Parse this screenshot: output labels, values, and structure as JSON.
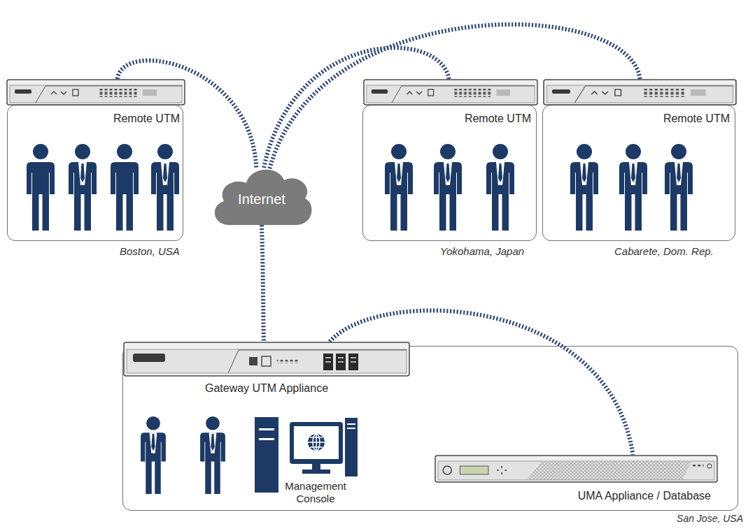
{
  "diagram": {
    "nodes": [
      {
        "text": [
          "Boston, USA"
        ]
      },
      {
        "text": [
          "Remote UTM"
        ],
        "in": 0
      },
      {
        "text": [
          "Internet"
        ]
      },
      {
        "text": [
          "Yokohama, Japan"
        ]
      },
      {
        "text": [
          "Remote UTM"
        ],
        "in": 3
      },
      {
        "text": [
          "Cabarete, Dom. Rep."
        ]
      },
      {
        "text": [
          "Remote UTM"
        ],
        "in": 5
      },
      {
        "text": [
          "San Jose, USA"
        ]
      },
      {
        "text": [
          "Gateway UTM Appliance"
        ],
        "in": 7
      },
      {
        "text": [
          "Management Console"
        ],
        "in": 7
      },
      {
        "text": [
          "UMA Appliance / Database"
        ],
        "in": 7
      }
    ],
    "edges": [
      {
        "from": 1,
        "to": 2,
        "arrow": "none"
      },
      {
        "from": 4,
        "to": 2,
        "arrow": "none"
      },
      {
        "from": 6,
        "to": 2,
        "arrow": "none"
      },
      {
        "from": 2,
        "to": 8,
        "arrow": "none"
      },
      {
        "from": 8,
        "to": 10,
        "arrow": "none"
      }
    ]
  }
}
